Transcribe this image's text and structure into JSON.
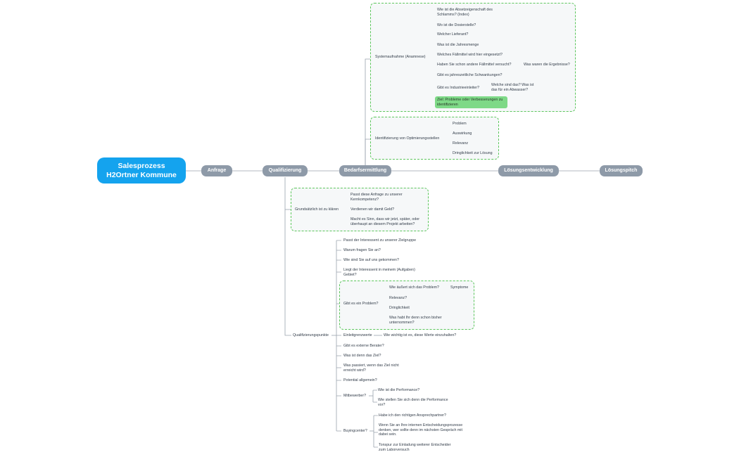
{
  "root": {
    "line1": "Salesprozess",
    "line2": "H2Ortner Kommune",
    "color": "#14a3ee"
  },
  "main_nodes": {
    "anfrage": "Anfrage",
    "qualifizierung": "Qualifizierung",
    "bedarfsermittlung": "Bedarfsermittlung",
    "loesungsentwicklung": "Lösungsentwicklung",
    "loesungspitch": "Lösungspitch"
  },
  "system": {
    "label": "Systemaufnahme (Anamnese)",
    "items": [
      "Wie ist die Absetzeigenschaft des Schlamms? (Index)",
      "Wo ist die Dosierstelle?",
      "Welcher Lieferant?",
      "Was ist die Jahresmenge",
      "Welches Fällmittel wird hier eingesetzt?",
      "Haben Sie schon andere Fällmittel versucht?",
      "Gibt es jahreszeitliche Schwankungen?",
      "Gibt es Industrieeinleiter?"
    ],
    "ergebnisse": "Was waren die Ergebnisse?",
    "industrie_detail": "Welche sind das? Was ist das für ein Abwasser?",
    "goal": "Ziel: Probleme oder Verbesserungen zu identifizieren"
  },
  "optim": {
    "label": "Identifizierung von Optimierungsstellen",
    "items": [
      "Problem",
      "Auswirkung",
      "Relevanz",
      "Dringlichkeit zur Lösung"
    ]
  },
  "grund": {
    "label": "Grundsätzlich ist zu klären",
    "items": [
      "Passt diese Anfrage zu unserer Kernkompetenz?",
      "Verdienen wir damit Geld?",
      "Macht es Sinn, dass wir jetzt, später, oder überhaupt an diesem Projekt arbeiten?"
    ]
  },
  "qpunkte": {
    "label": "Qualifizierungspunkte",
    "items": [
      "Passt der Interessent zu unserer Zielgruppe",
      "Warum fragen Sie an?",
      "Wie sind Sie auf uns gekommen?",
      "Liegt der Interessent in meinem (Aufgaben) Gebiet?",
      "Gibt es ein Problem?",
      "Einleitgrenzwerte",
      "Gibt es externe Berater?",
      "Was ist denn das Ziel?",
      "Was passiert, wenn das Ziel nicht erreicht wird?",
      "Potential allgemein?",
      "Mitbewerber?",
      "Buyingcenter?"
    ],
    "einleit_detail": "Wie wichtig ist es, diese Werte einzuhalten?",
    "problem_items": [
      "Wie äußert sich das Problem?",
      "Relevanz?",
      "Dringlichkeit",
      "Was habt Ihr denn schon bisher unternommen?"
    ],
    "symptome": "Symptome",
    "mitbewerber_items": [
      "Wie ist die Performance?",
      "Wie stellen Sie sich denn die Performance vor?"
    ],
    "buying_items": [
      "Habe ich den richtigen Ansprechpartner?",
      "Wenn Sie an Ihre internen Entscheidungsprozesse denken, wer sollte denn im nächsten Gespräch mit dabei sein.",
      "Tonspur zur Einladung weiterer Entscheider zum Laborversuch"
    ]
  }
}
